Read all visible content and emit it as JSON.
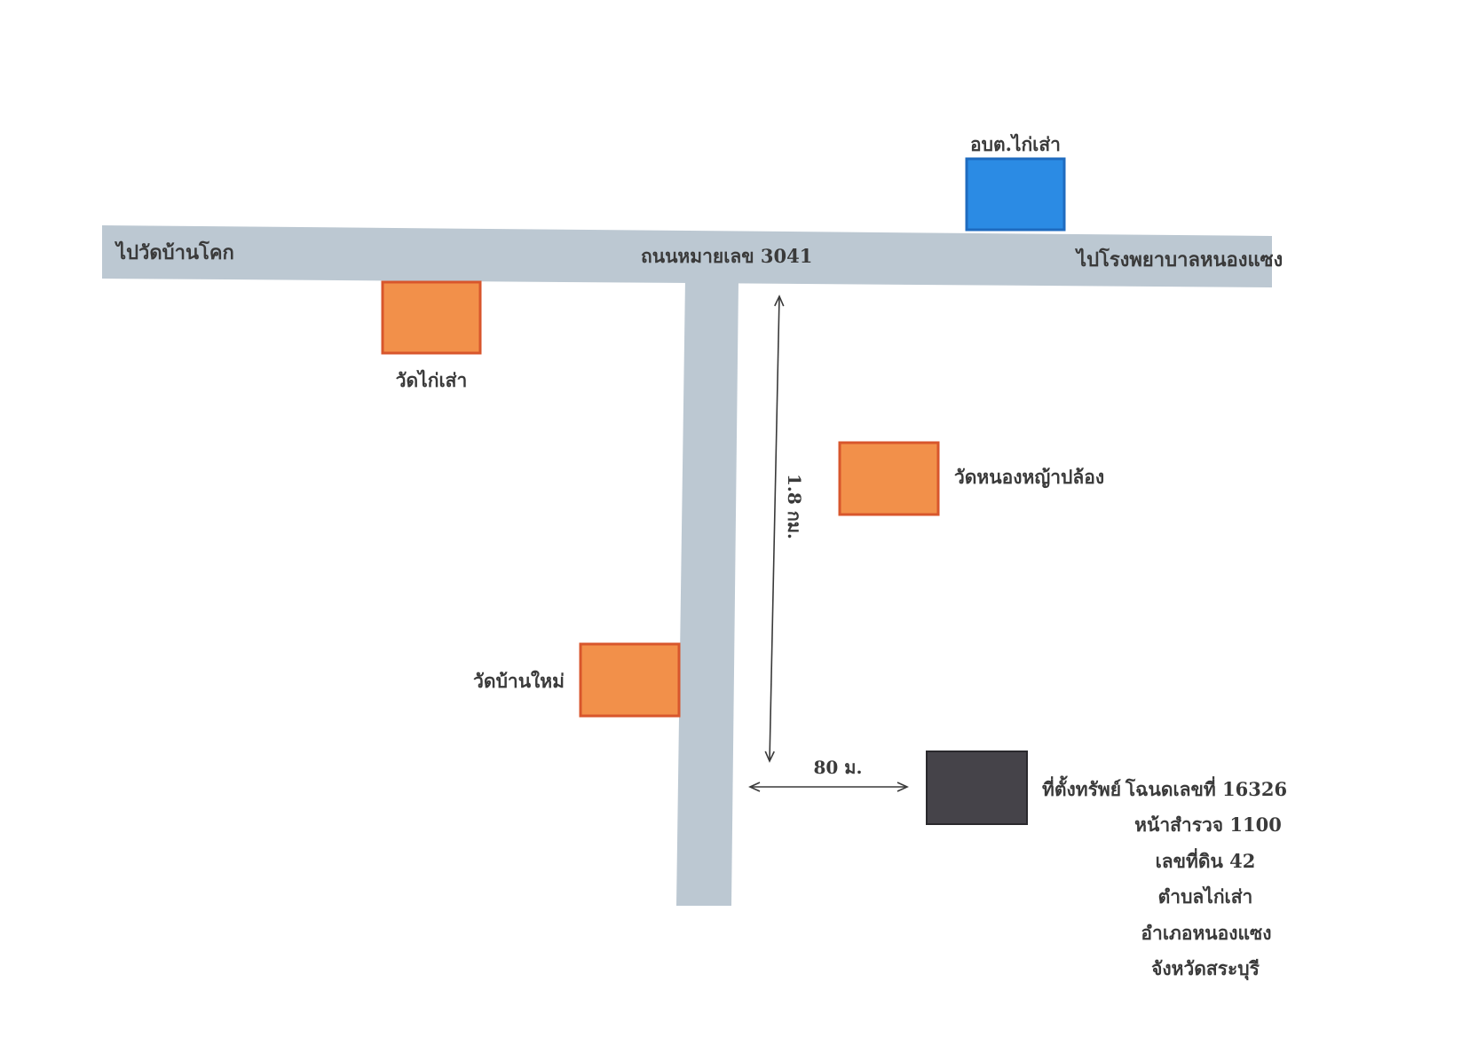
{
  "roads": {
    "main_road_name": "ถนนหมายเลข 3041",
    "to_west": "ไปวัดบ้านโคก",
    "to_east": "ไปโรงพยาบาลหนองแซง"
  },
  "landmarks": {
    "tao_office": "อบต.ไก่เส่า",
    "wat_kai_sao": "วัดไก่เส่า",
    "wat_nong_ya_plong": "วัดหนองหญ้าปล้อง",
    "wat_ban_mai": "วัดบ้านใหม่",
    "property": "ที่ตั้งทรัพย์"
  },
  "distances": {
    "along_side_road": "1.8 กม.",
    "from_side_road": "80 ม."
  },
  "deed_info": {
    "deed_number": "โฉนดเลขที่ 16326",
    "survey_page": "หน้าสำรวจ 1100",
    "land_number": "เลขที่ดิน 42",
    "subdistrict": "ตำบลไก่เส่า",
    "district": "อำเภอหนองแซง",
    "province": "จังหวัดสระบุรี"
  },
  "colors": {
    "road": "#bcc8d2",
    "temple": "#f2904a",
    "temple_border": "#d8562c",
    "office": "#2b8be4",
    "office_border": "#1f6bbf",
    "property": "#454349",
    "property_border": "#2a292d",
    "arrow": "#3a3a3a"
  }
}
